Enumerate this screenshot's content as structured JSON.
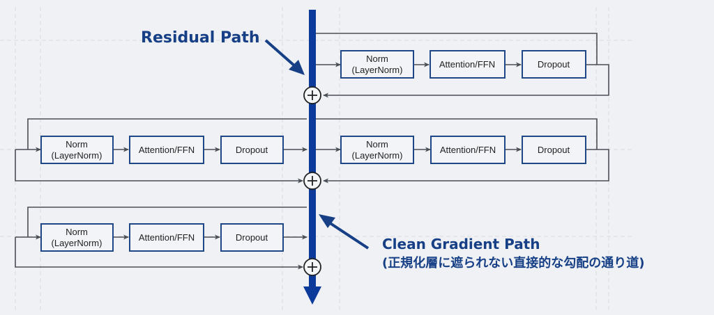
{
  "title_labels": {
    "residual_path": "Residual Path",
    "clean_gradient_path": "Clean Gradient Path",
    "clean_gradient_subtitle": "(正規化層に遮られない直接的な勾配の通り道)"
  },
  "block": {
    "norm_line1": "Norm",
    "norm_line2": "(LayerNorm)",
    "attention": "Attention/FFN",
    "dropout": "Dropout"
  },
  "layers": [
    {
      "name": "layer-1",
      "side": "right"
    },
    {
      "name": "layer-2-left",
      "side": "left"
    },
    {
      "name": "layer-2-right",
      "side": "right"
    },
    {
      "name": "layer-3",
      "side": "left"
    }
  ],
  "colors": {
    "spine": "#0b3a9a",
    "box_border": "#1f4788",
    "label": "#163f86",
    "background": "#eff1f4"
  }
}
